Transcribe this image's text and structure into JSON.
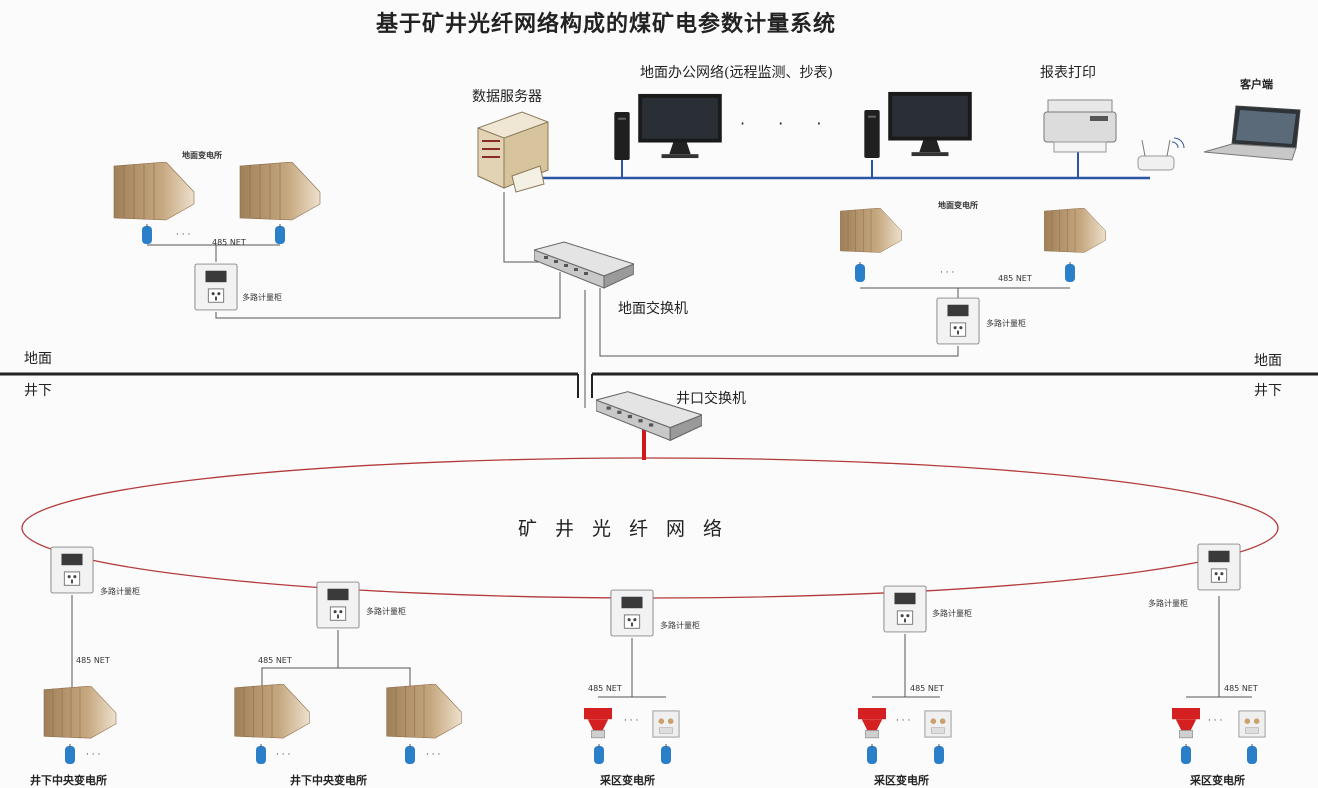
{
  "title": "基于矿井光纤网络构成的煤矿电参数计量系统",
  "labels": {
    "data_server": "数据服务器",
    "office_network": "地面办公网络(远程监测、抄表)",
    "report_print": "报表打印",
    "client": "客户端",
    "ground_substation": "地面变电所",
    "rs485": "485 NET",
    "multi_meter": "多路计量柜",
    "ground_switch": "地面交换机",
    "ground": "地面",
    "underground": "井下",
    "shaft_switch": "井口交换机",
    "fiber_ring": "矿井光纤网络",
    "central_substation_underground": "井下中央变电所",
    "area_substation": "采区变电所",
    "dots": "· · ·"
  },
  "colors": {
    "ring": "#b43a3a",
    "trunk_blue": "#2a55a0",
    "red_link": "#d01818",
    "line_gray": "#555555"
  }
}
